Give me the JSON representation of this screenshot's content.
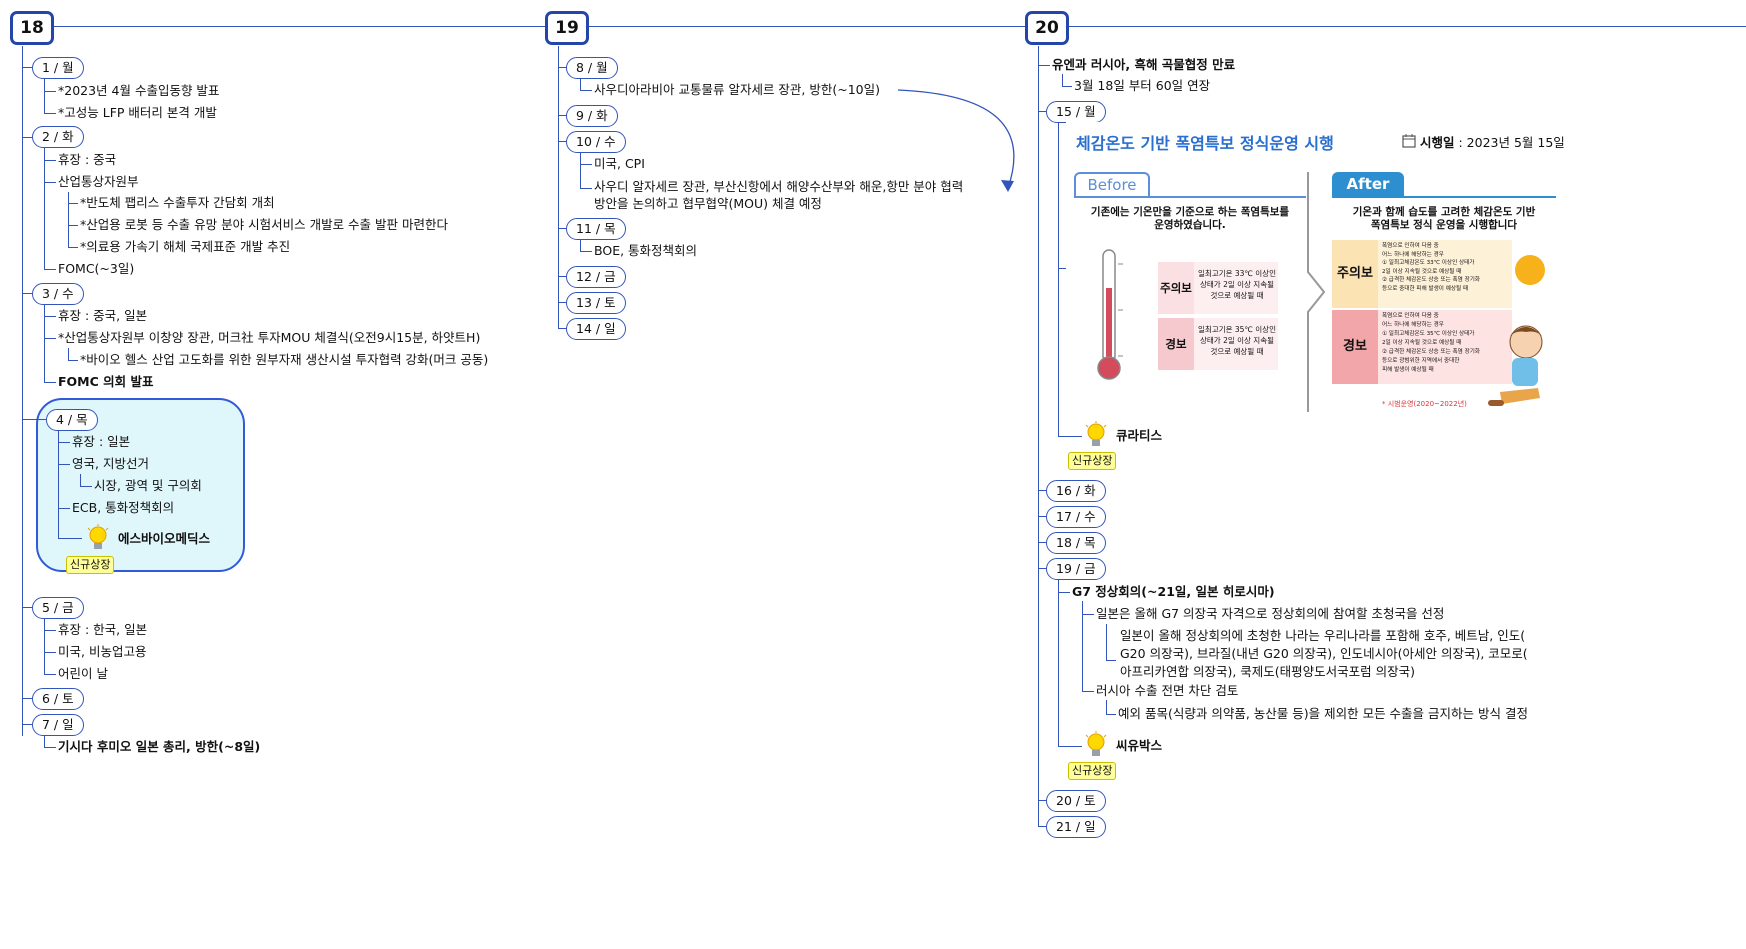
{
  "weeks": [
    {
      "num": "18"
    },
    {
      "num": "19"
    },
    {
      "num": "20"
    }
  ],
  "w18": {
    "d1": "1 / 월",
    "d1_items": [
      "*2023년 4월 수출입동향 발표",
      "*고성능 LFP 배터리 본격 개발"
    ],
    "d2": "2 / 화",
    "d2_holiday": "휴장 : 중국",
    "d2_ministry": "산업통상자원부",
    "d2_ministry_items": [
      "*반도체 팹리스 수출투자 간담회 개최",
      "*산업용 로봇 등 수출 유망 분야 시험서비스 개발로 수출 발판 마련한다",
      "*의료용 가속기 해체 국제표준 개발 추진"
    ],
    "d2_fomc": "FOMC(~3일)",
    "d3": "3 / 수",
    "d3_holiday": "휴장 : 중국, 일본",
    "d3_ministry": "*산업통상자원부 이창양 장관, 머크社 투자MOU 체결식(오전9시15분, 하얏트H)",
    "d3_sub": "*바이오 헬스 산업 고도화를 위한 원부자재 생산시설 투자협력 강화(머크 공동)",
    "d3_fomc": "FOMC 의회 발표",
    "d4": "4 / 목",
    "d4_holiday": "휴장 : 일본",
    "d4_uk": "영국, 지방선거",
    "d4_uk_sub": "시장, 광역 및 구의회",
    "d4_ecb": "ECB, 통화정책회의",
    "d4_listing": "에스바이오메딕스",
    "new_listing": "신규상장",
    "d5": "5 / 금",
    "d5_items": [
      "휴장 : 한국, 일본",
      "미국, 비농업고용",
      "어린이 날"
    ],
    "d6": "6 / 토",
    "d7": "7 / 일",
    "d7_item": "기시다 후미오 일본 총리, 방한(~8일)"
  },
  "w19": {
    "d8": "8 / 월",
    "d8_item": "사우디아라비아 교통물류 알자세르 장관, 방한(~10일)",
    "d9": "9 / 화",
    "d10": "10 / 수",
    "d10_items": [
      "미국, CPI",
      "사우디 알자세르 장관, 부산신항에서 해양수산부와 해운,항만 분야 협력",
      "방안을 논의하고 협무협약(MOU) 체결 예정"
    ],
    "d11": "11 / 목",
    "d11_item": "BOE, 통화정책회의",
    "d12": "12 / 금",
    "d13": "13 / 토",
    "d14": "14 / 일"
  },
  "w20": {
    "top": "유엔과 러시아, 흑해 곡물협정 만료",
    "top_sub": "3월 18일 부터 60일 연장",
    "d15": "15 / 월",
    "d15_listing": "큐라티스",
    "d16": "16 / 화",
    "d17": "17 / 수",
    "d18": "18 / 목",
    "d19": "19 / 금",
    "g7": "G7 정상회의(~21일, 일본 히로시마)",
    "g7_a": "일본은 올해 G7 의장국 자격으로 정상회의에 참여할 초청국을 선정",
    "g7_a_detail": [
      "일본이 올해 정상회의에 초청한 나라는 우리나라를 포함해 호주, 베트남, 인도(",
      "G20 의장국), 브라질(내년 G20 의장국), 인도네시아(아세안 의장국), 코모로(",
      "아프리카연합 의장국), 쿡제도(태평양도서국포럼 의장국)"
    ],
    "g7_b": "러시아 수출 전면 차단 검토",
    "g7_b_detail": "예외 품목(식량과 의약품, 농산물 등)을 제외한 모든 수출을 금지하는 방식 결정",
    "d19_listing": "씨유박스",
    "d20": "20 / 토",
    "d21": "21 / 일"
  },
  "heat": {
    "title": "체감온도 기반 폭염특보 정식운영 시행",
    "date_label": "시행일",
    "date": ": 2023년 5월 15일",
    "before": "Before",
    "after": "After",
    "before_desc": [
      "기존에는 기온만을 기준으로 하는 폭염특보를",
      "운영하였습니다."
    ],
    "after_desc": [
      "기온과 함께 습도를 고려한 체감온도 기반",
      "폭염특보 정식 운영을 시행합니다"
    ],
    "caution": "주의보",
    "warning": "경보",
    "before_caution": [
      "일최고기온 33℃ 이상인",
      "상태가 2일 이상 지속될",
      "것으로 예상될 때"
    ],
    "before_warning": [
      "일최고기온 35℃ 이상인",
      "상태가 2일 이상 지속될",
      "것으로 예상될 때"
    ],
    "after_caution": [
      "폭염으로 인하여 다음 중",
      "어느 하나에 해당하는 경우",
      "① 일최고체감온도 33℃ 이상인 상태가",
      "2일 이상 지속될 것으로 예상될 때",
      "② 급격한 체감온도 상승 또는 폭염 장기화",
      "등으로 중대한 피해 발생이 예상될 때"
    ],
    "after_warning": [
      "폭염으로 인하여 다음 중",
      "어느 하나에 해당하는 경우",
      "① 일최고체감온도 35℃ 이상인 상태가",
      "2일 이상 지속될 것으로 예상될 때",
      "② 급격한 체감온도 상승 또는 폭염 장기화",
      "등으로 광범위한 지역에서 중대한",
      "피해 발생이 예상될 때"
    ],
    "footnote": "* 시범운영(2020~2022년)"
  }
}
